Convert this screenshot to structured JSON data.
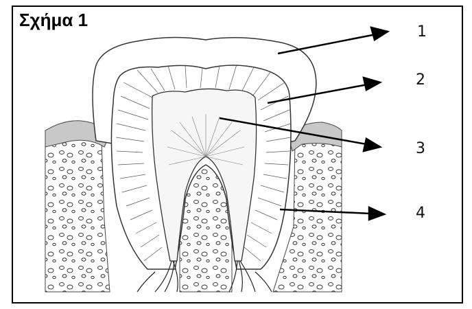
{
  "figure": {
    "title": "Σχήμα 1",
    "labels": [
      "1",
      "2",
      "3",
      "4"
    ]
  }
}
